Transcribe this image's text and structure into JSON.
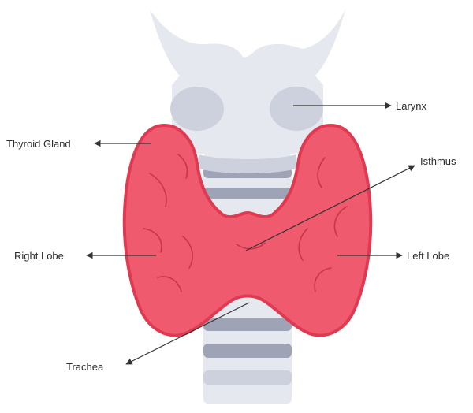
{
  "diagram": {
    "labels": {
      "larynx": "Larynx",
      "thyroid_gland": "Thyroid Gland",
      "isthmus": "Isthmus",
      "right_lobe": "Right Lobe",
      "left_lobe": "Left Lobe",
      "trachea": "Trachea"
    },
    "colors": {
      "cartilage": "#e6e8ef",
      "cartilage_shade": "#cdd1dd",
      "trachea_dark": "#9ea4b6",
      "thyroid": "#ef5a6e",
      "thyroid_edge": "#e03a52",
      "thyroid_vein": "#c8344a",
      "pointer": "#333333"
    }
  }
}
